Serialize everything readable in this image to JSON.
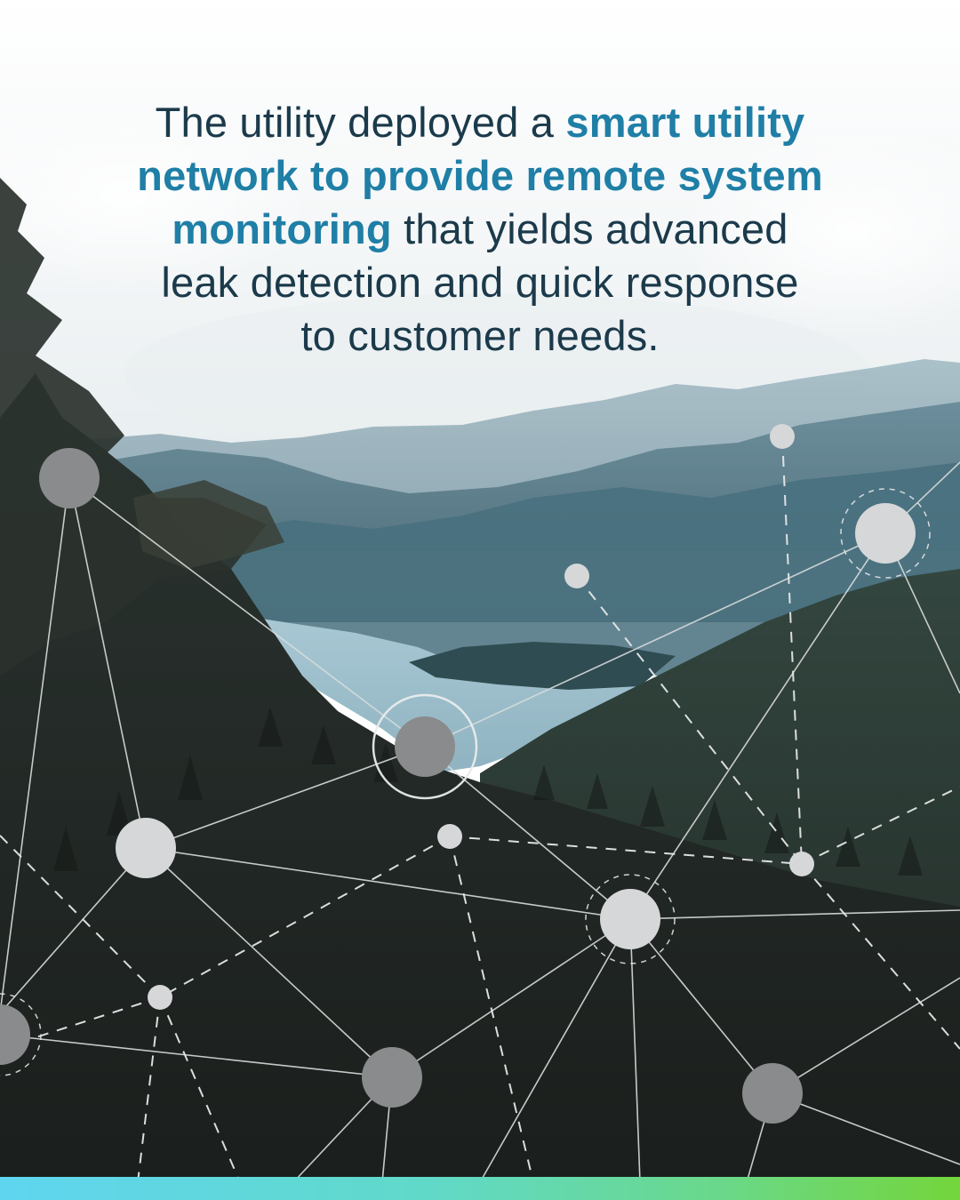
{
  "headline": {
    "line1_regular": "The utility deployed a ",
    "line1_emphasis": "smart utility",
    "line2_emphasis": "network to provide remote system",
    "line3_emphasis": "monitoring",
    "line3_regular": " that yields advanced",
    "line4_regular": "leak detection and quick response",
    "line5_regular": "to customer needs."
  },
  "colors": {
    "text_dark": "#1b3a4b",
    "text_emphasis": "#1f7fa6",
    "bar_gradient": [
      "#5fd5f0",
      "#61d9c8",
      "#6ad88a",
      "#73d63b"
    ]
  },
  "background": {
    "description_icon": "mountain-lake-landscape-photo"
  }
}
